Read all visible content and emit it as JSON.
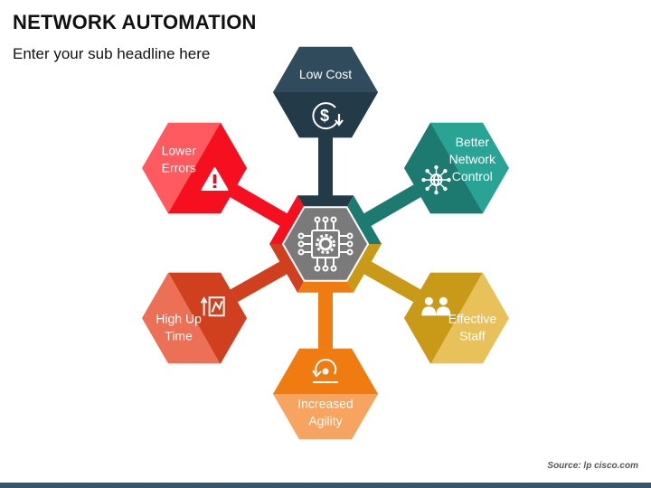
{
  "title": "NETWORK AUTOMATION",
  "subtitle": "Enter your sub headline here",
  "source": "Source: lp cisco.com",
  "nodes": [
    {
      "lines": [
        "Low Cost"
      ],
      "icon": "dollar-refresh-icon",
      "color_dark": "#233a48",
      "color_light": "#2f4b5c"
    },
    {
      "lines": [
        "Better",
        "Network",
        "Control"
      ],
      "icon": "network-globe-icon",
      "color_dark": "#1c7a70",
      "color_light": "#29a393"
    },
    {
      "lines": [
        "Effective",
        "Staff"
      ],
      "icon": "staff-icon",
      "color_dark": "#c99a17",
      "color_light": "#e8c15a"
    },
    {
      "lines": [
        "Increased",
        "Agility"
      ],
      "icon": "agility-cycle-icon",
      "color_dark": "#f07b11",
      "color_light": "#f6a45f"
    },
    {
      "lines": [
        "High Up",
        "Time"
      ],
      "icon": "uptime-chart-icon",
      "color_dark": "#d0401f",
      "color_light": "#ec7056"
    },
    {
      "lines": [
        "Lower",
        "Errors"
      ],
      "icon": "warning-icon",
      "color_dark": "#f50f1f",
      "color_light": "#ff5a5f"
    }
  ],
  "center": {
    "icon": "chip-gear-icon",
    "color": "#7a7a7a"
  }
}
